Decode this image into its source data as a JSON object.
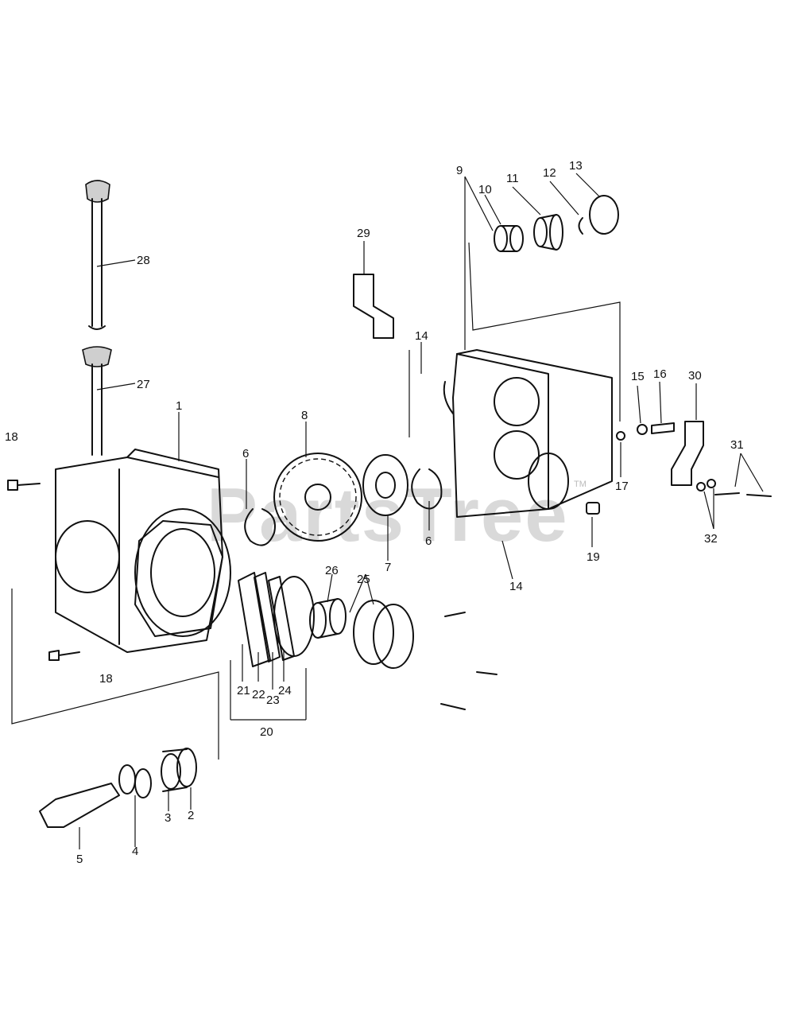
{
  "watermark": {
    "text": "PartsTree",
    "trademark": "TM"
  },
  "callouts": {
    "c1": "1",
    "c2": "2",
    "c3": "3",
    "c4": "4",
    "c5": "5",
    "c6a": "6",
    "c6b": "6",
    "c7": "7",
    "c8": "8",
    "c9": "9",
    "c10": "10",
    "c11": "11",
    "c12": "12",
    "c13": "13",
    "c14a": "14",
    "c14b": "14",
    "c15": "15",
    "c16": "16",
    "c17": "17",
    "c18a": "18",
    "c18b": "18",
    "c19": "19",
    "c20": "20",
    "c21": "21",
    "c22": "22",
    "c23": "23",
    "c24": "24",
    "c25": "25",
    "c26": "26",
    "c27": "27",
    "c28": "28",
    "c29": "29",
    "c30": "30",
    "c31": "31",
    "c32": "32"
  }
}
